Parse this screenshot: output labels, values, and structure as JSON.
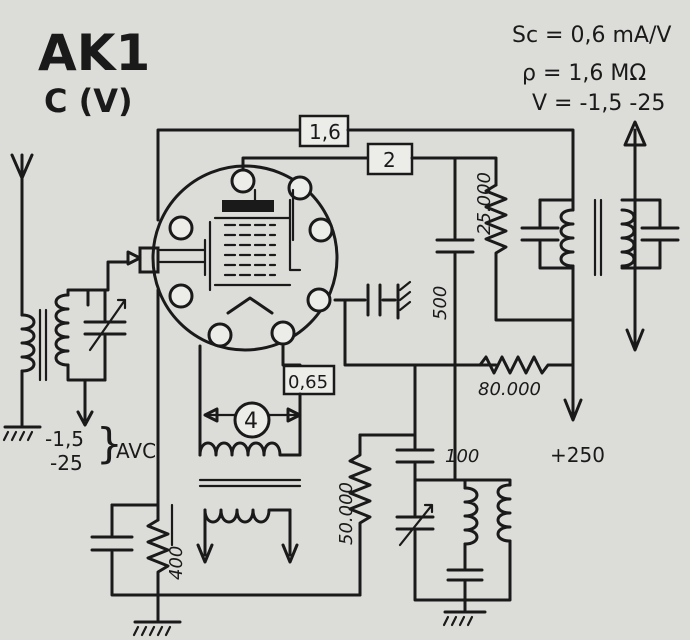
{
  "tube": {
    "name": "AK1",
    "base": "C (V)"
  },
  "specs": {
    "sc": "Sc = 0,6 mA/V",
    "rho": "ρ = 1,6 MΩ",
    "v": "V = -1,5 -25"
  },
  "boxes": {
    "b1": "1,6",
    "b2": "2",
    "b3": "0,65",
    "b4": "4"
  },
  "values": {
    "r25000": "25.000",
    "c500": "500",
    "r80000": "80.000",
    "plus250": "+250",
    "c100": "100",
    "r50000": "50.000",
    "r400": "400",
    "avc_a": "-1,5",
    "avc_b": "-25",
    "avc": "AVC"
  }
}
